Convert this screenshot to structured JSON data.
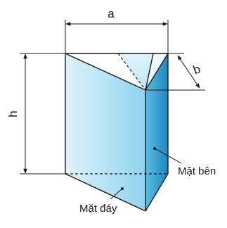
{
  "labels": {
    "width": "a",
    "depth": "b",
    "height": "h",
    "lateral_face": "Mặt bên",
    "base_face": "Mặt đáy"
  },
  "colors": {
    "front_face_light": "#dff3fb",
    "front_face_dark": "#8fd3ee",
    "right_face_light": "#5bbde6",
    "right_face_dark": "#1f87bf",
    "top_face": "#ffffff",
    "edges": "#1a1a1a"
  }
}
